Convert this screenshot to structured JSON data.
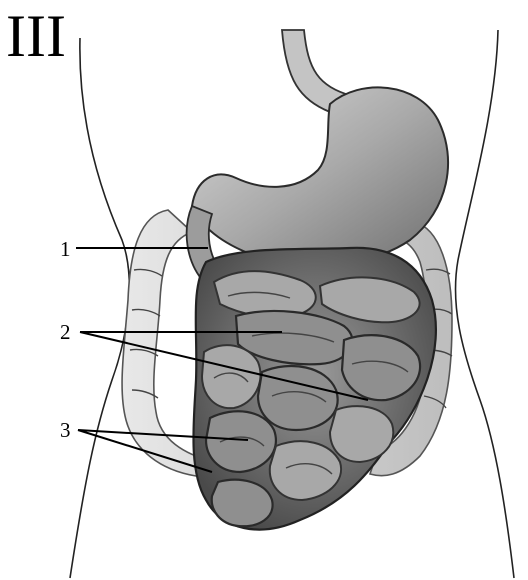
{
  "figure": {
    "panel_label": "III",
    "labels": [
      {
        "id": "1",
        "text": "1"
      },
      {
        "id": "2",
        "text": "2"
      },
      {
        "id": "3",
        "text": "3"
      }
    ],
    "colors": {
      "ink": "#000000",
      "stomach": "#b9b9b9",
      "colon": "#d6d6d6",
      "small_intestine": "#8f8f8f"
    }
  }
}
